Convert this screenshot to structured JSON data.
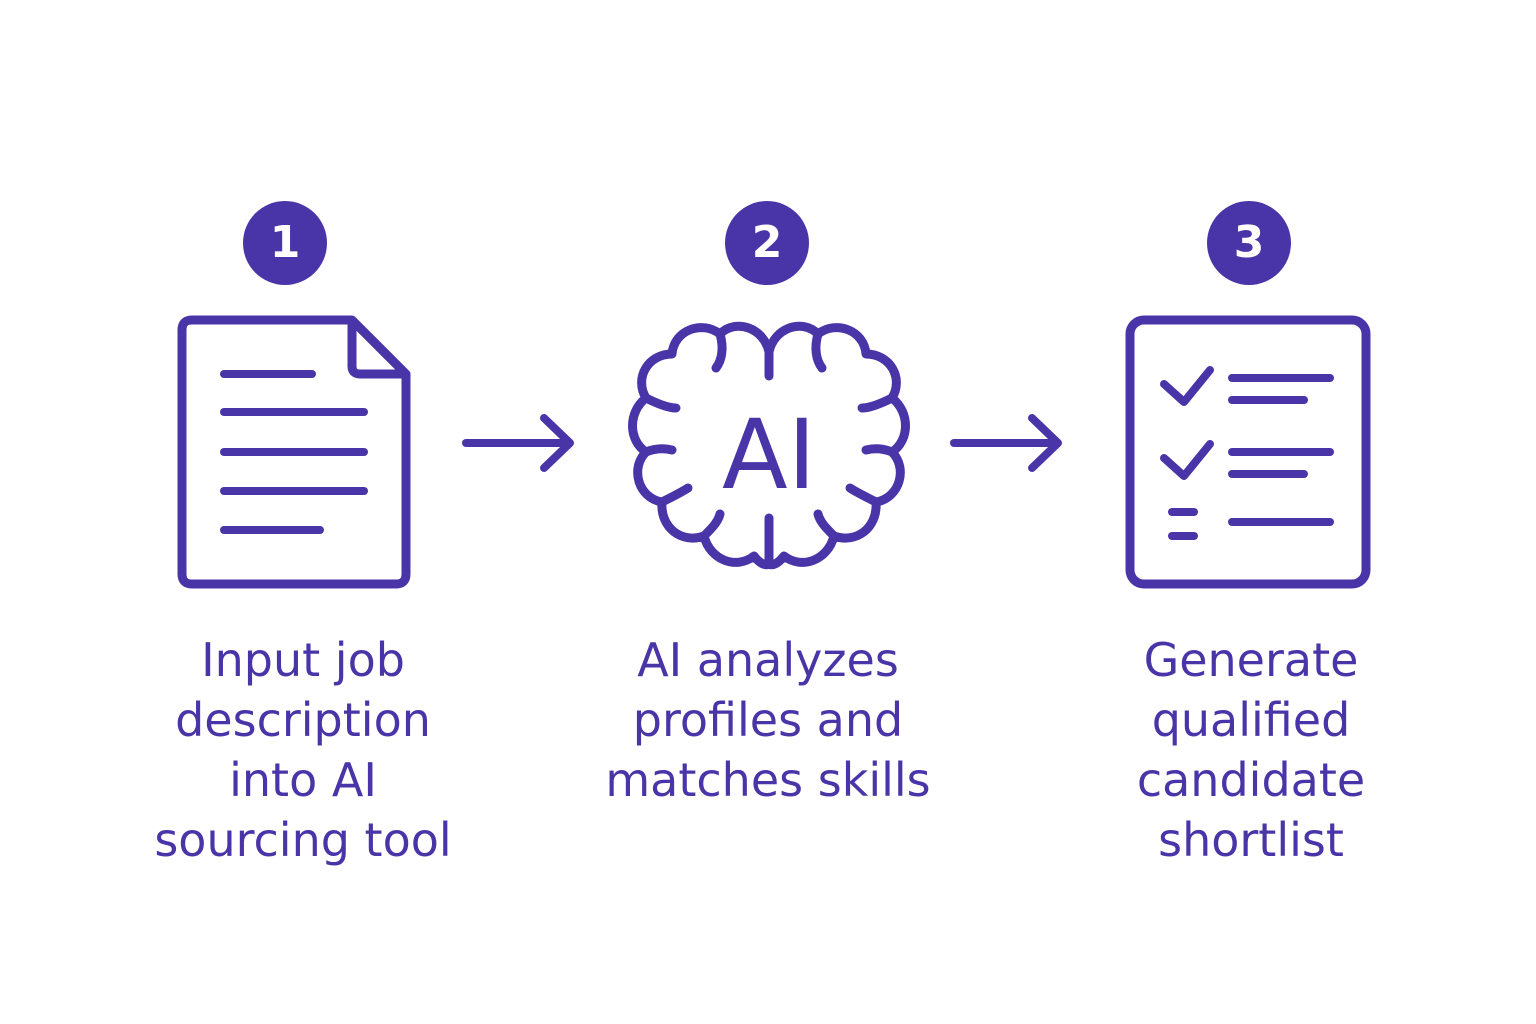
{
  "accent_color": "#4a35a8",
  "background_color": "#ffffff",
  "steps": [
    {
      "number": "1",
      "icon": "document-icon",
      "label": "Input job\ndescription\ninto AI\nsourcing tool"
    },
    {
      "number": "2",
      "icon": "ai-brain-icon",
      "icon_text": "AI",
      "label": "AI analyzes\nprofiles and\nmatches skills"
    },
    {
      "number": "3",
      "icon": "checklist-icon",
      "label": "Generate\nqualified\ncandidate\nshortlist"
    }
  ],
  "connectors": [
    "arrow-right-icon",
    "arrow-right-icon"
  ]
}
